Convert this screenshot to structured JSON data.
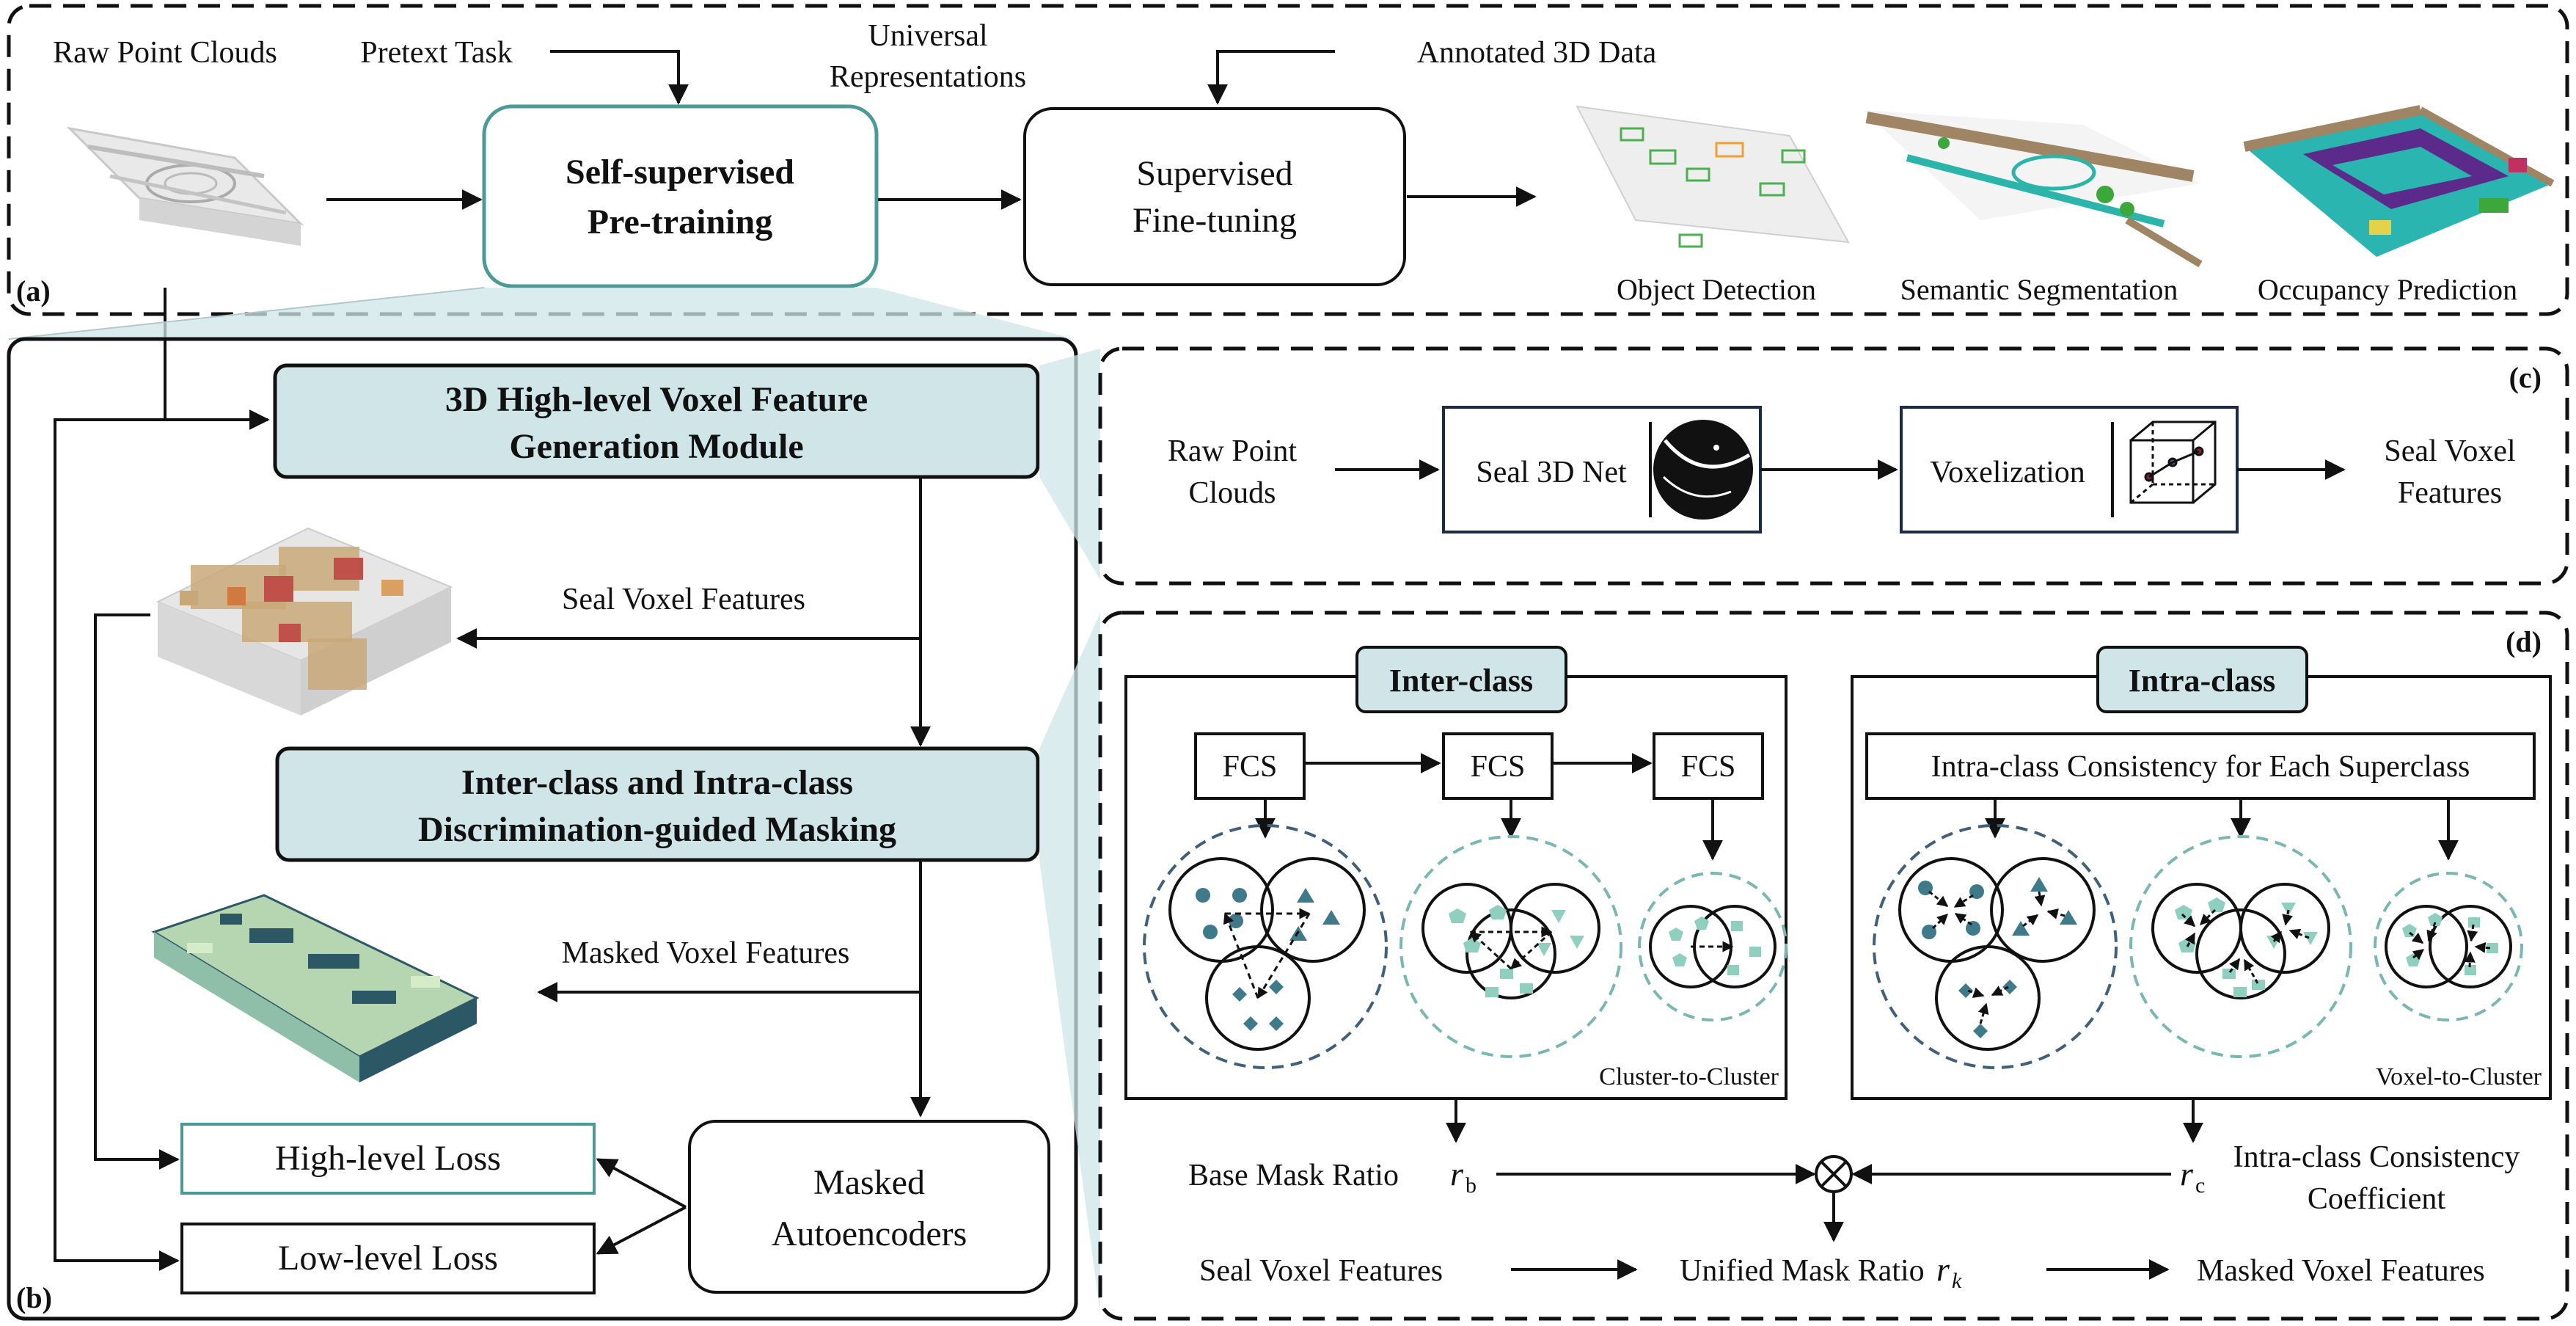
{
  "panel_a": {
    "tag": "(a)",
    "raw_point_clouds": "Raw Point Clouds",
    "pretext_task": "Pretext Task",
    "universal_line1": "Universal",
    "universal_line2": "Representations",
    "annotated_3d": "Annotated 3D Data",
    "pretrain_line1": "Self-supervised",
    "pretrain_line2": "Pre-training",
    "finetune_line1": "Supervised",
    "finetune_line2": "Fine-tuning",
    "tasks": [
      "Object Detection",
      "Semantic Segmentation",
      "Occupancy Prediction"
    ]
  },
  "panel_b": {
    "tag": "(b)",
    "module1_line1": "3D High-level Voxel Feature",
    "module1_line2": "Generation Module",
    "module2_line1": "Inter-class and Intra-class",
    "module2_line2": "Discrimination-guided Masking",
    "seal_voxel_features": "Seal Voxel Features",
    "masked_voxel_features": "Masked Voxel Features",
    "high_level_loss": "High-level Loss",
    "low_level_loss": "Low-level Loss",
    "mae_line1": "Masked",
    "mae_line2": "Autoencoders"
  },
  "panel_c": {
    "tag": "(c)",
    "raw_line1": "Raw Point",
    "raw_line2": "Clouds",
    "seal_net": "Seal 3D Net",
    "voxelization": "Voxelization",
    "out_line1": "Seal Voxel",
    "out_line2": "Features"
  },
  "panel_d": {
    "tag": "(d)",
    "inter_class": "Inter-class",
    "intra_class": "Intra-class",
    "fcs": [
      "FCS",
      "FCS",
      "FCS"
    ],
    "intra_consistency": "Intra-class Consistency for Each Superclass",
    "cluster_to_cluster": "Cluster-to-Cluster",
    "voxel_to_cluster": "Voxel-to-Cluster",
    "base_mask_ratio": "Base Mask Ratio",
    "rb_sym": "r",
    "rb_sub": "b",
    "rc_sym": "r",
    "rc_sub": "c",
    "coef_line1": "Intra-class Consistency",
    "coef_line2": "Coefficient",
    "seal_voxel_features": "Seal Voxel Features",
    "unified_mask_ratio": "Unified Mask Ratio",
    "rk_sym": "r",
    "rk_sub": "k",
    "masked_voxel_features": "Masked Voxel Features"
  },
  "colors": {
    "box_fill": "#cfe5e8",
    "teal_border": "#4a9a97",
    "dark_marker": "#3f7a8a",
    "light_marker": "#8fcfc0",
    "dashed_dark": "#3f5f7a",
    "dashed_light": "#79b8b0"
  }
}
